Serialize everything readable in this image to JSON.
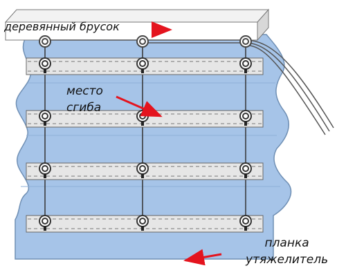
{
  "labels": {
    "wooden_beam": "деревянный брусок",
    "fold_place_line1": "место",
    "fold_place_line2": "сгиба",
    "weight_bar_line1": "планка",
    "weight_bar_line2": "утяжелитель"
  },
  "colors": {
    "fabric": "#a6c4e8",
    "fabric_edge": "#6f8fb4",
    "beam": "#ffffff",
    "slat": "#e6e6e6",
    "cord": "#333333",
    "arrow": "#e4141e",
    "ring": "#ffffff"
  },
  "icons": {
    "ring": "ring-icon",
    "arrow": "red-arrow-icon"
  }
}
